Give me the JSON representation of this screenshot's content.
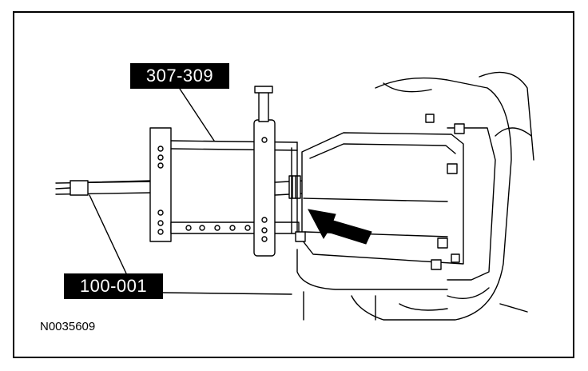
{
  "callouts": {
    "tool_top": "307-309",
    "tool_bottom": "100-001"
  },
  "figure_id": "N0035609",
  "colors": {
    "ink": "#000000",
    "paper": "#ffffff",
    "callout_bg": "#000000",
    "callout_text": "#ffffff"
  }
}
